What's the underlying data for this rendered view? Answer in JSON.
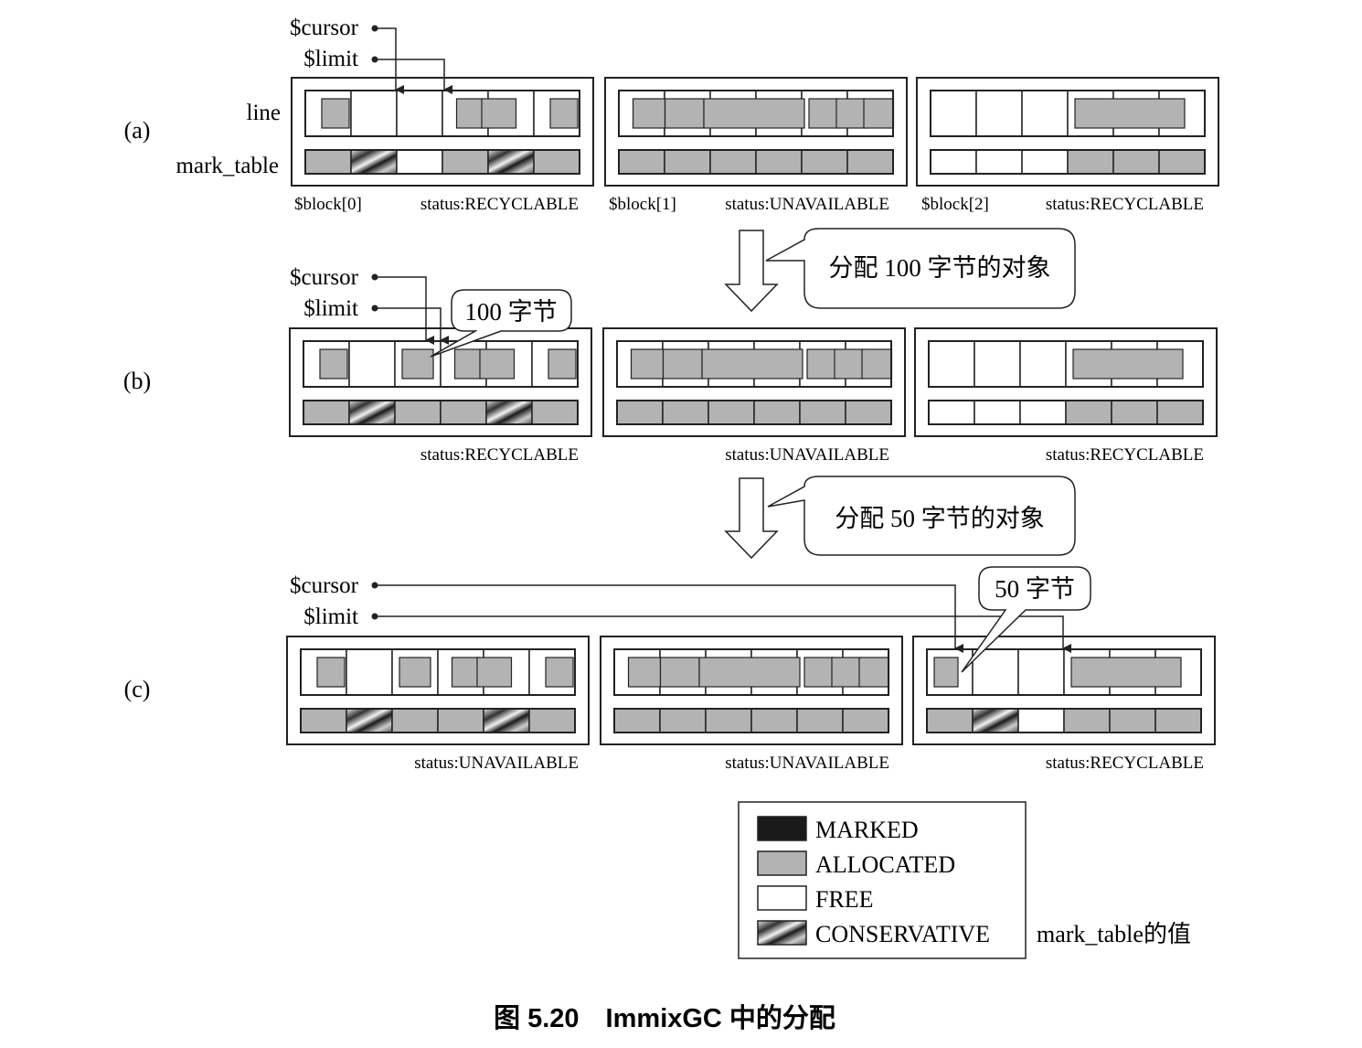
{
  "labels": {
    "cursor": "$cursor",
    "limit": "$limit",
    "line": "line",
    "mark_table": "mark_table",
    "row_a": "(a)",
    "row_b": "(b)",
    "row_c": "(c)"
  },
  "block_names": [
    "$block[0]",
    "$block[1]",
    "$block[2]"
  ],
  "rows": [
    {
      "id": "a",
      "statuses": [
        "status:RECYCLABLE",
        "status:UNAVAILABLE",
        "status:RECYCLABLE"
      ],
      "mark_tables": [
        [
          "ALLOCATED",
          "CONSERVATIVE",
          "FREE",
          "ALLOCATED",
          "CONSERVATIVE",
          "ALLOCATED"
        ],
        [
          "ALLOCATED",
          "ALLOCATED",
          "ALLOCATED",
          "ALLOCATED",
          "ALLOCATED",
          "ALLOCATED"
        ],
        [
          "FREE",
          "FREE",
          "FREE",
          "ALLOCATED",
          "ALLOCATED",
          "ALLOCATED"
        ]
      ]
    },
    {
      "id": "b",
      "statuses": [
        "status:RECYCLABLE",
        "status:UNAVAILABLE",
        "status:RECYCLABLE"
      ],
      "mark_tables": [
        [
          "ALLOCATED",
          "CONSERVATIVE",
          "ALLOCATED",
          "ALLOCATED",
          "CONSERVATIVE",
          "ALLOCATED"
        ],
        [
          "ALLOCATED",
          "ALLOCATED",
          "ALLOCATED",
          "ALLOCATED",
          "ALLOCATED",
          "ALLOCATED"
        ],
        [
          "FREE",
          "FREE",
          "FREE",
          "ALLOCATED",
          "ALLOCATED",
          "ALLOCATED"
        ]
      ]
    },
    {
      "id": "c",
      "statuses": [
        "status:UNAVAILABLE",
        "status:UNAVAILABLE",
        "status:RECYCLABLE"
      ],
      "mark_tables": [
        [
          "ALLOCATED",
          "CONSERVATIVE",
          "ALLOCATED",
          "ALLOCATED",
          "CONSERVATIVE",
          "ALLOCATED"
        ],
        [
          "ALLOCATED",
          "ALLOCATED",
          "ALLOCATED",
          "ALLOCATED",
          "ALLOCATED",
          "ALLOCATED"
        ],
        [
          "ALLOCATED",
          "CONSERVATIVE",
          "FREE",
          "ALLOCATED",
          "ALLOCATED",
          "ALLOCATED"
        ]
      ]
    }
  ],
  "callouts": {
    "step1": "分配 100 字节的对象",
    "step2": "分配 50 字节的对象",
    "obj100": "100 字节",
    "obj50": "50 字节"
  },
  "legend": {
    "items": [
      {
        "label": "MARKED",
        "kind": "MARKED",
        "color": "#1a1a1a"
      },
      {
        "label": "ALLOCATED",
        "kind": "ALLOCATED",
        "color": "#b3b3b3"
      },
      {
        "label": "FREE",
        "kind": "FREE",
        "color": "#ffffff"
      },
      {
        "label": "CONSERVATIVE",
        "kind": "CONSERVATIVE",
        "color": "hatched"
      }
    ],
    "caption": "mark_table的值"
  },
  "caption": "图 5.20　ImmixGC 中的分配"
}
